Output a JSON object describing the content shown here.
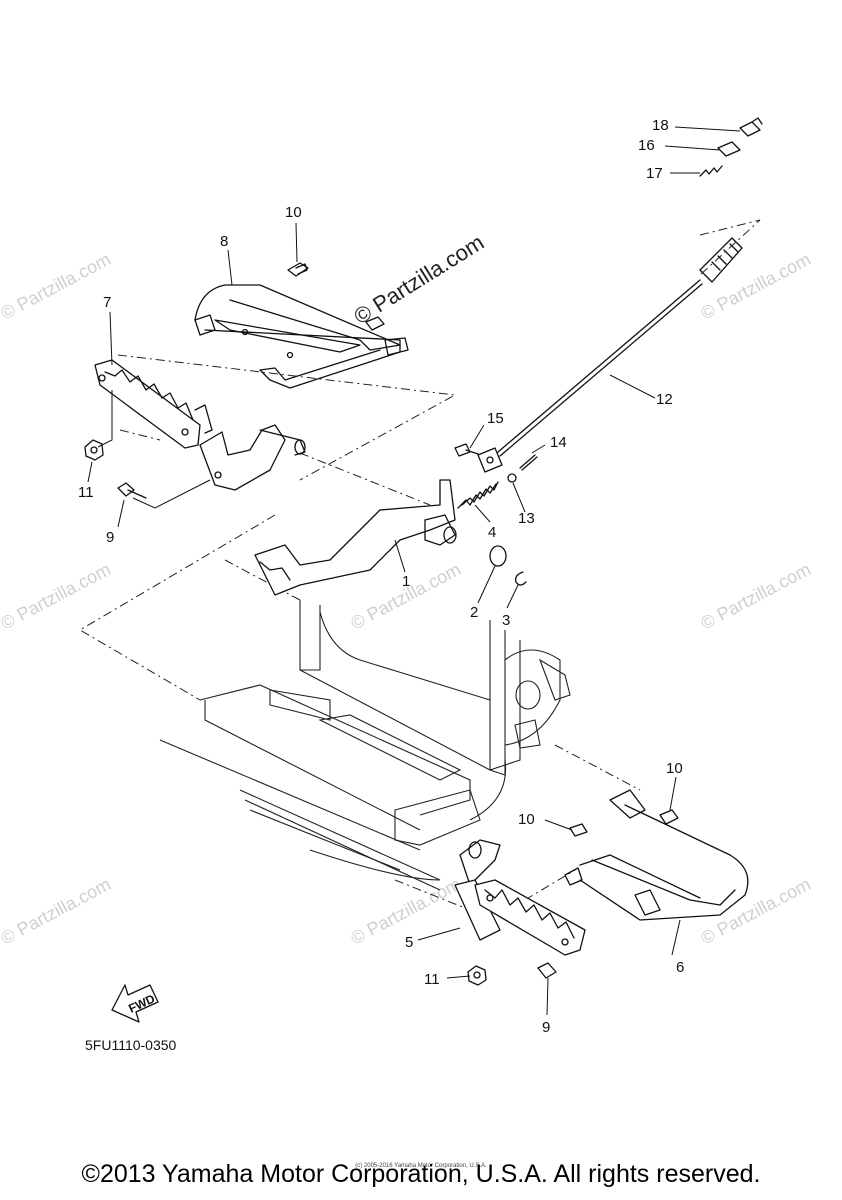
{
  "callouts": {
    "c1": "1",
    "c2": "2",
    "c3": "3",
    "c4": "4",
    "c5": "5",
    "c6": "6",
    "c7": "7",
    "c8": "8",
    "c9a": "9",
    "c9b": "9",
    "c10a": "10",
    "c10b": "10",
    "c10c": "10",
    "c11a": "11",
    "c11b": "11",
    "c12": "12",
    "c13": "13",
    "c14": "14",
    "c15": "15",
    "c16": "16",
    "c17": "17",
    "c18": "18"
  },
  "fwd_label": "FWD",
  "diagram_code": "5FU1110-0350",
  "watermark": {
    "main": "© Partzilla.com",
    "faint": "© Partzilla.com"
  },
  "copyright": {
    "small": "(c) 2005-2016 Yamaha Motor Corporation, U.S.A.",
    "main": "©2013 Yamaha Motor Corporation, U.S.A. All rights reserved."
  }
}
